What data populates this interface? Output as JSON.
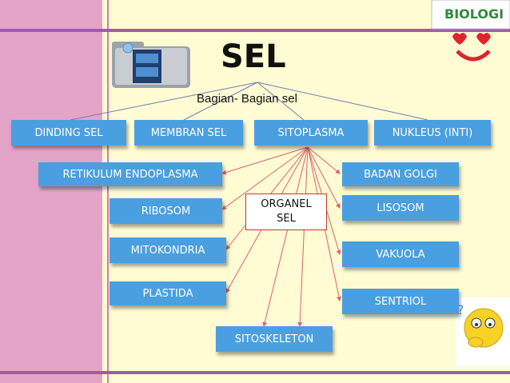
{
  "title": "SEL",
  "subtitle": "Bagian- Bagian sel",
  "top_boxes": [
    "DINDING SEL",
    "MEMBRAN SEL",
    "SITOPLASMA",
    "NUKLEUS (INTI)"
  ],
  "organel": {
    "line1": "ORGANEL",
    "line2": "SEL"
  },
  "organelles": {
    "retikulum": "RETIKULUM ENDOPLASMA",
    "ribosom": "RIBOSOM",
    "mitokondria": "MITOKONDRIA",
    "plastida": "PLASTIDA",
    "sitoskeleton": "SITOSKELETON",
    "badan_golgi": "BADAN GOLGI",
    "lisosom": "LISOSOM",
    "vakuola": "VAKUOLA",
    "sentriol": "SENTRIOL"
  },
  "logo": {
    "text": "BIOLOGI"
  },
  "colors": {
    "box": "#4a9fe0",
    "pink": "#e4a4c8",
    "background": "#fffbd3",
    "arrow": "#e06070"
  }
}
